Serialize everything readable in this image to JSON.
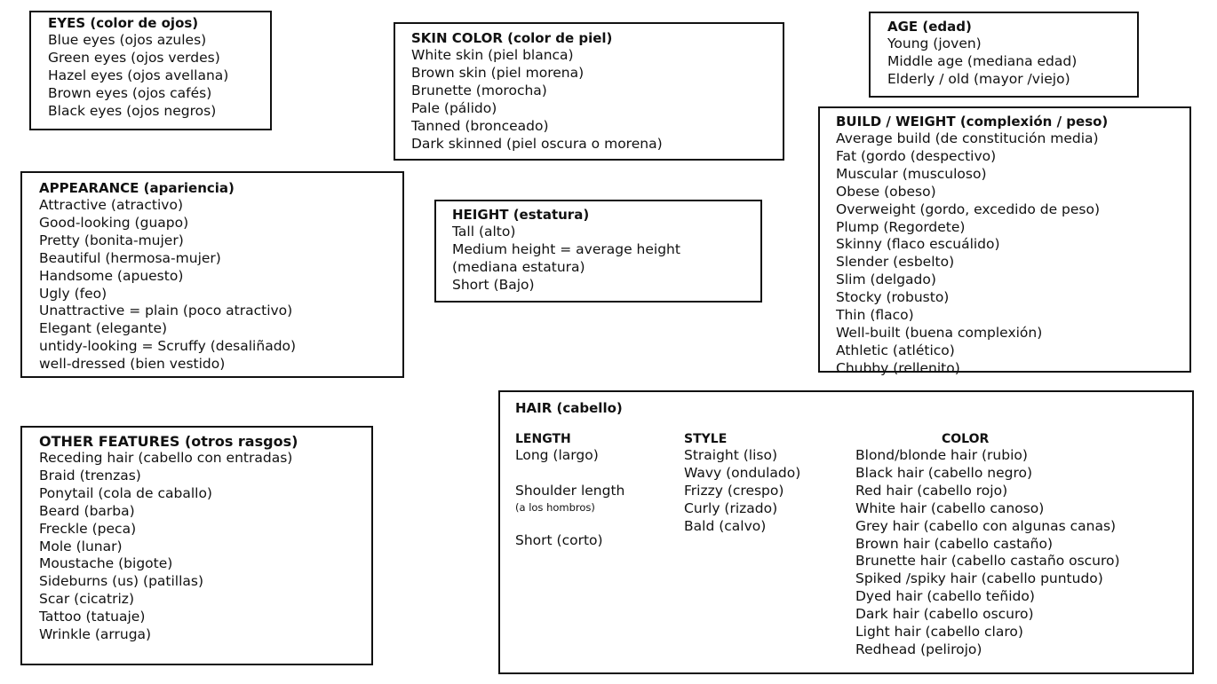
{
  "eyes": {
    "title": "EYES (color de ojos)",
    "items": [
      "Blue eyes (ojos azules)",
      "Green eyes (ojos verdes)",
      "Hazel eyes (ojos avellana)",
      "Brown eyes (ojos cafés)",
      "Black eyes (ojos negros)"
    ]
  },
  "skin": {
    "title": "SKIN COLOR (color de piel)",
    "items": [
      "White skin (piel blanca)",
      "Brown skin (piel morena)",
      "Brunette (morocha)",
      "Pale (pálido)",
      "Tanned (bronceado)",
      "Dark skinned (piel oscura o morena)"
    ]
  },
  "age": {
    "title": "AGE (edad)",
    "items": [
      "Young (joven)",
      "Middle age (mediana edad)",
      "Elderly / old (mayor /viejo)"
    ]
  },
  "appearance": {
    "title": "APPEARANCE (apariencia)",
    "items": [
      "Attractive (atractivo)",
      "Good-looking (guapo)",
      "Pretty (bonita-mujer)",
      "Beautiful (hermosa-mujer)",
      "Handsome (apuesto)",
      "Ugly (feo)",
      "Unattractive = plain (poco atractivo)",
      "Elegant (elegante)",
      "untidy-looking = Scruffy (desaliñado)",
      "well-dressed (bien vestido)"
    ]
  },
  "height": {
    "title": "HEIGHT (estatura)",
    "items": [
      "Tall (alto)",
      "Medium height = average height",
      "(mediana estatura)",
      "Short (Bajo)"
    ]
  },
  "build": {
    "title": "BUILD / WEIGHT (complexión / peso)",
    "items": [
      "Average build (de constitución media)",
      "Fat (gordo (despectivo)",
      "Muscular (musculoso)",
      "Obese (obeso)",
      "Overweight (gordo, excedido de peso)",
      "Plump (Regordete)",
      "Skinny (flaco escuálido)",
      "Slender (esbelto)",
      "Slim (delgado)",
      "Stocky (robusto)",
      "Thin (flaco)",
      "Well-built (buena complexión)",
      "Athletic (atlético)",
      "Chubby (rellenito)"
    ]
  },
  "other": {
    "title": "OTHER FEATURES (otros rasgos)",
    "items": [
      "Receding hair (cabello con entradas)",
      "Braid (trenzas)",
      "Ponytail (cola de caballo)",
      "Beard (barba)",
      "Freckle (peca)",
      "Mole (lunar)",
      "Moustache (bigote)",
      "Sideburns (us) (patillas)",
      "Scar (cicatriz)",
      "Tattoo (tatuaje)",
      "Wrinkle (arruga)"
    ]
  },
  "hair": {
    "title": "HAIR (cabello)",
    "length": {
      "heading": "LENGTH",
      "long": "Long (largo)",
      "shoulder": "Shoulder length",
      "shoulder_es": "(a los hombros)",
      "short": "Short (corto)"
    },
    "style": {
      "heading": "STYLE",
      "items": [
        "Straight (liso)",
        "Wavy (ondulado)",
        "Frizzy (crespo)",
        "Curly (rizado)",
        "Bald (calvo)"
      ]
    },
    "color": {
      "heading": "COLOR",
      "items": [
        "Blond/blonde hair (rubio)",
        "Black hair (cabello negro)",
        "Red hair (cabello rojo)",
        "White hair (cabello canoso)",
        "Grey hair (cabello con algunas canas)",
        "Brown hair (cabello castaño)",
        "Brunette hair (cabello castaño oscuro)",
        "Spiked /spiky hair (cabello puntudo)",
        "Dyed hair (cabello teñido)",
        "Dark hair (cabello oscuro)",
        "Light hair (cabello claro)",
        "Redhead (pelirojo)"
      ]
    }
  }
}
